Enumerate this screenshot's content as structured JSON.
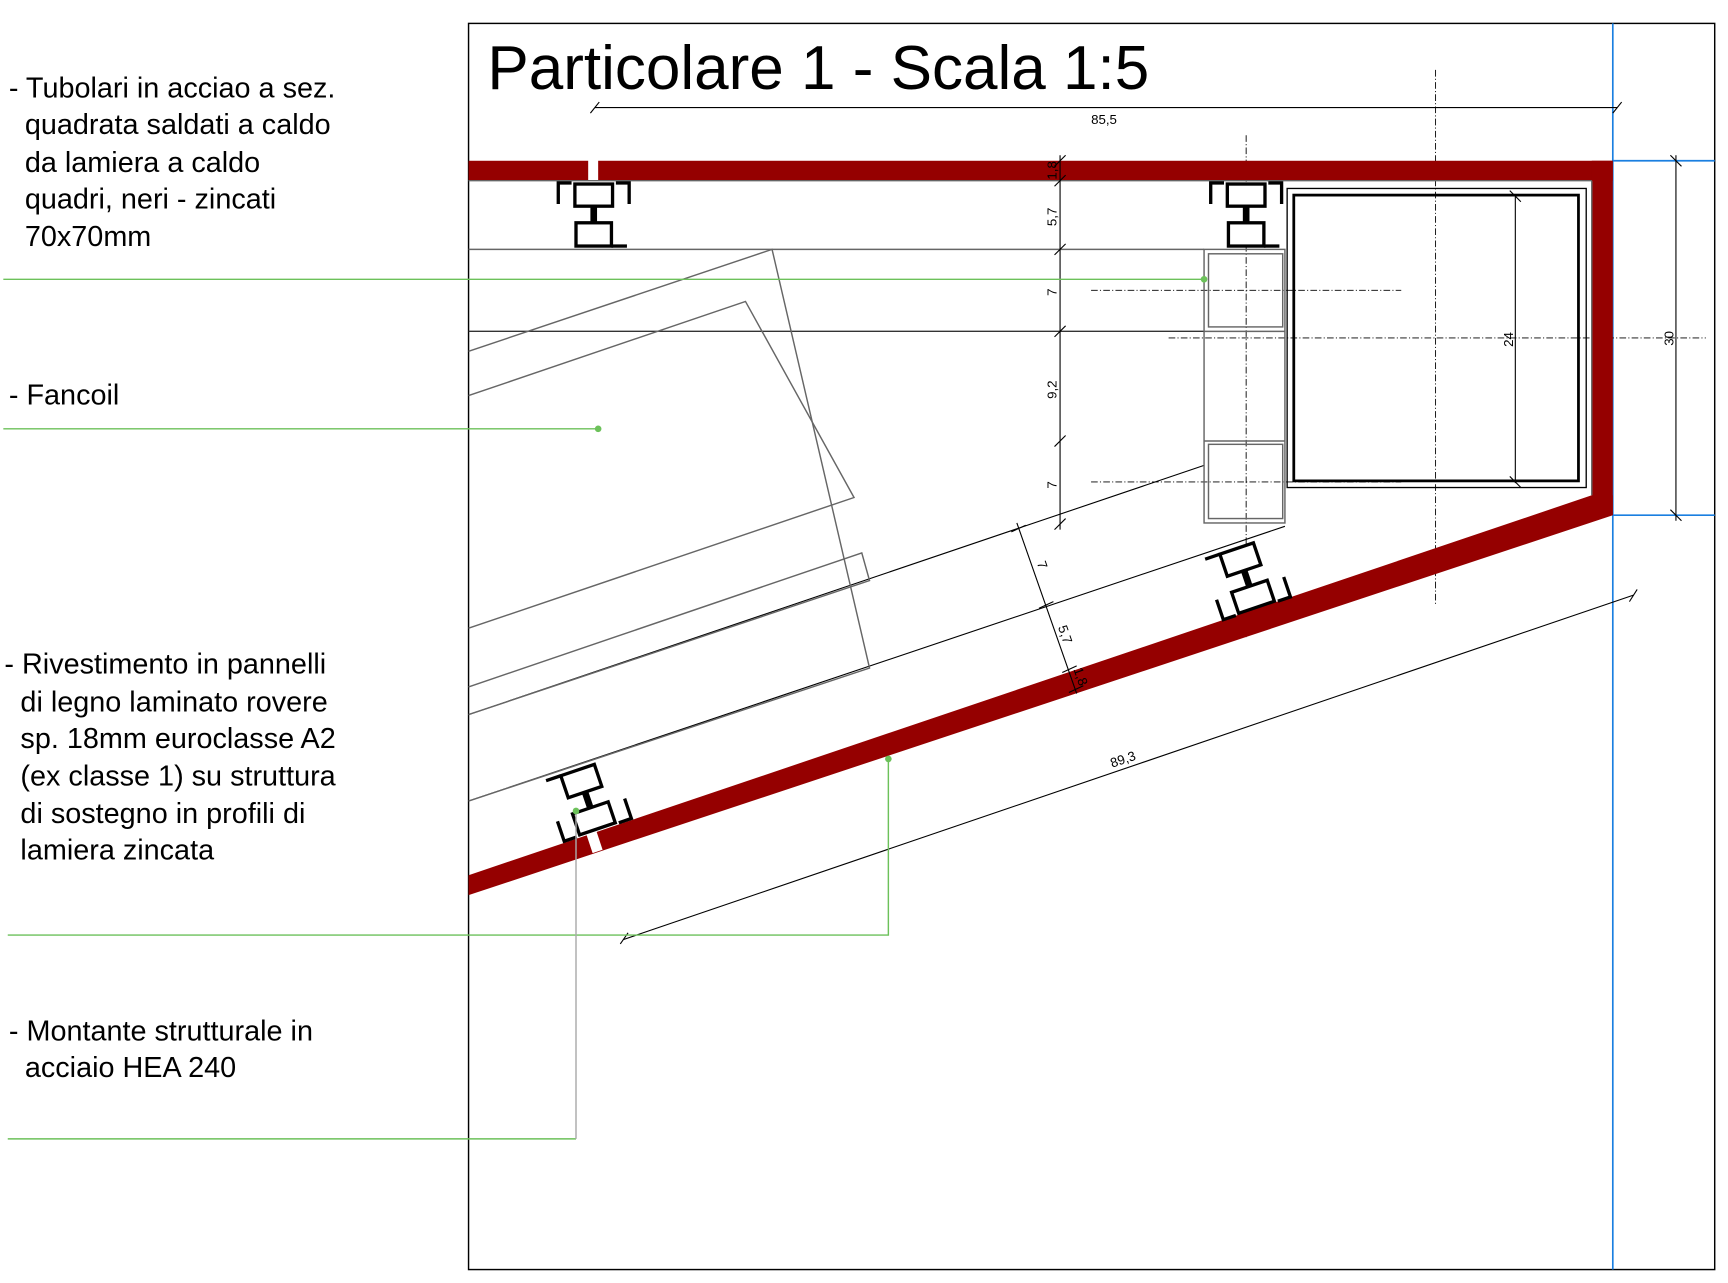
{
  "title": "Particolare 1 - Scala 1:5",
  "labels": [
    {
      "name": "tubolari",
      "lines": [
        "- Tubolari in acciao a sez.",
        "  quadrata saldati a caldo",
        "  da lamiera a caldo",
        "  quadri, neri - zincati",
        "  70x70mm"
      ]
    },
    {
      "name": "fancoil",
      "lines": [
        "- Fancoil"
      ]
    },
    {
      "name": "rivestimento",
      "lines": [
        "- Rivestimento in pannelli",
        "  di legno laminato rovere",
        "  sp. 18mm euroclasse A2",
        "  (ex classe 1) su struttura",
        "  di sostegno in profili di",
        "  lamiera zincata"
      ]
    },
    {
      "name": "montante",
      "lines": [
        "- Montante strutturale in",
        "  acciaio HEA 240"
      ]
    }
  ],
  "dimensions": {
    "top_width": "85,5",
    "diag_length": "89,3",
    "vert_1": "1,8",
    "vert_2": "5,7",
    "vert_3": "7",
    "vert_4": "9,2",
    "vert_5": "7",
    "diag_1": "7",
    "diag_2": "5,7",
    "diag_3": "1,8",
    "column_inner": "24",
    "column_outer": "30"
  },
  "colors": {
    "panel": "#950000",
    "leader": "#6cc15a",
    "guide": "#1a7fe0"
  }
}
